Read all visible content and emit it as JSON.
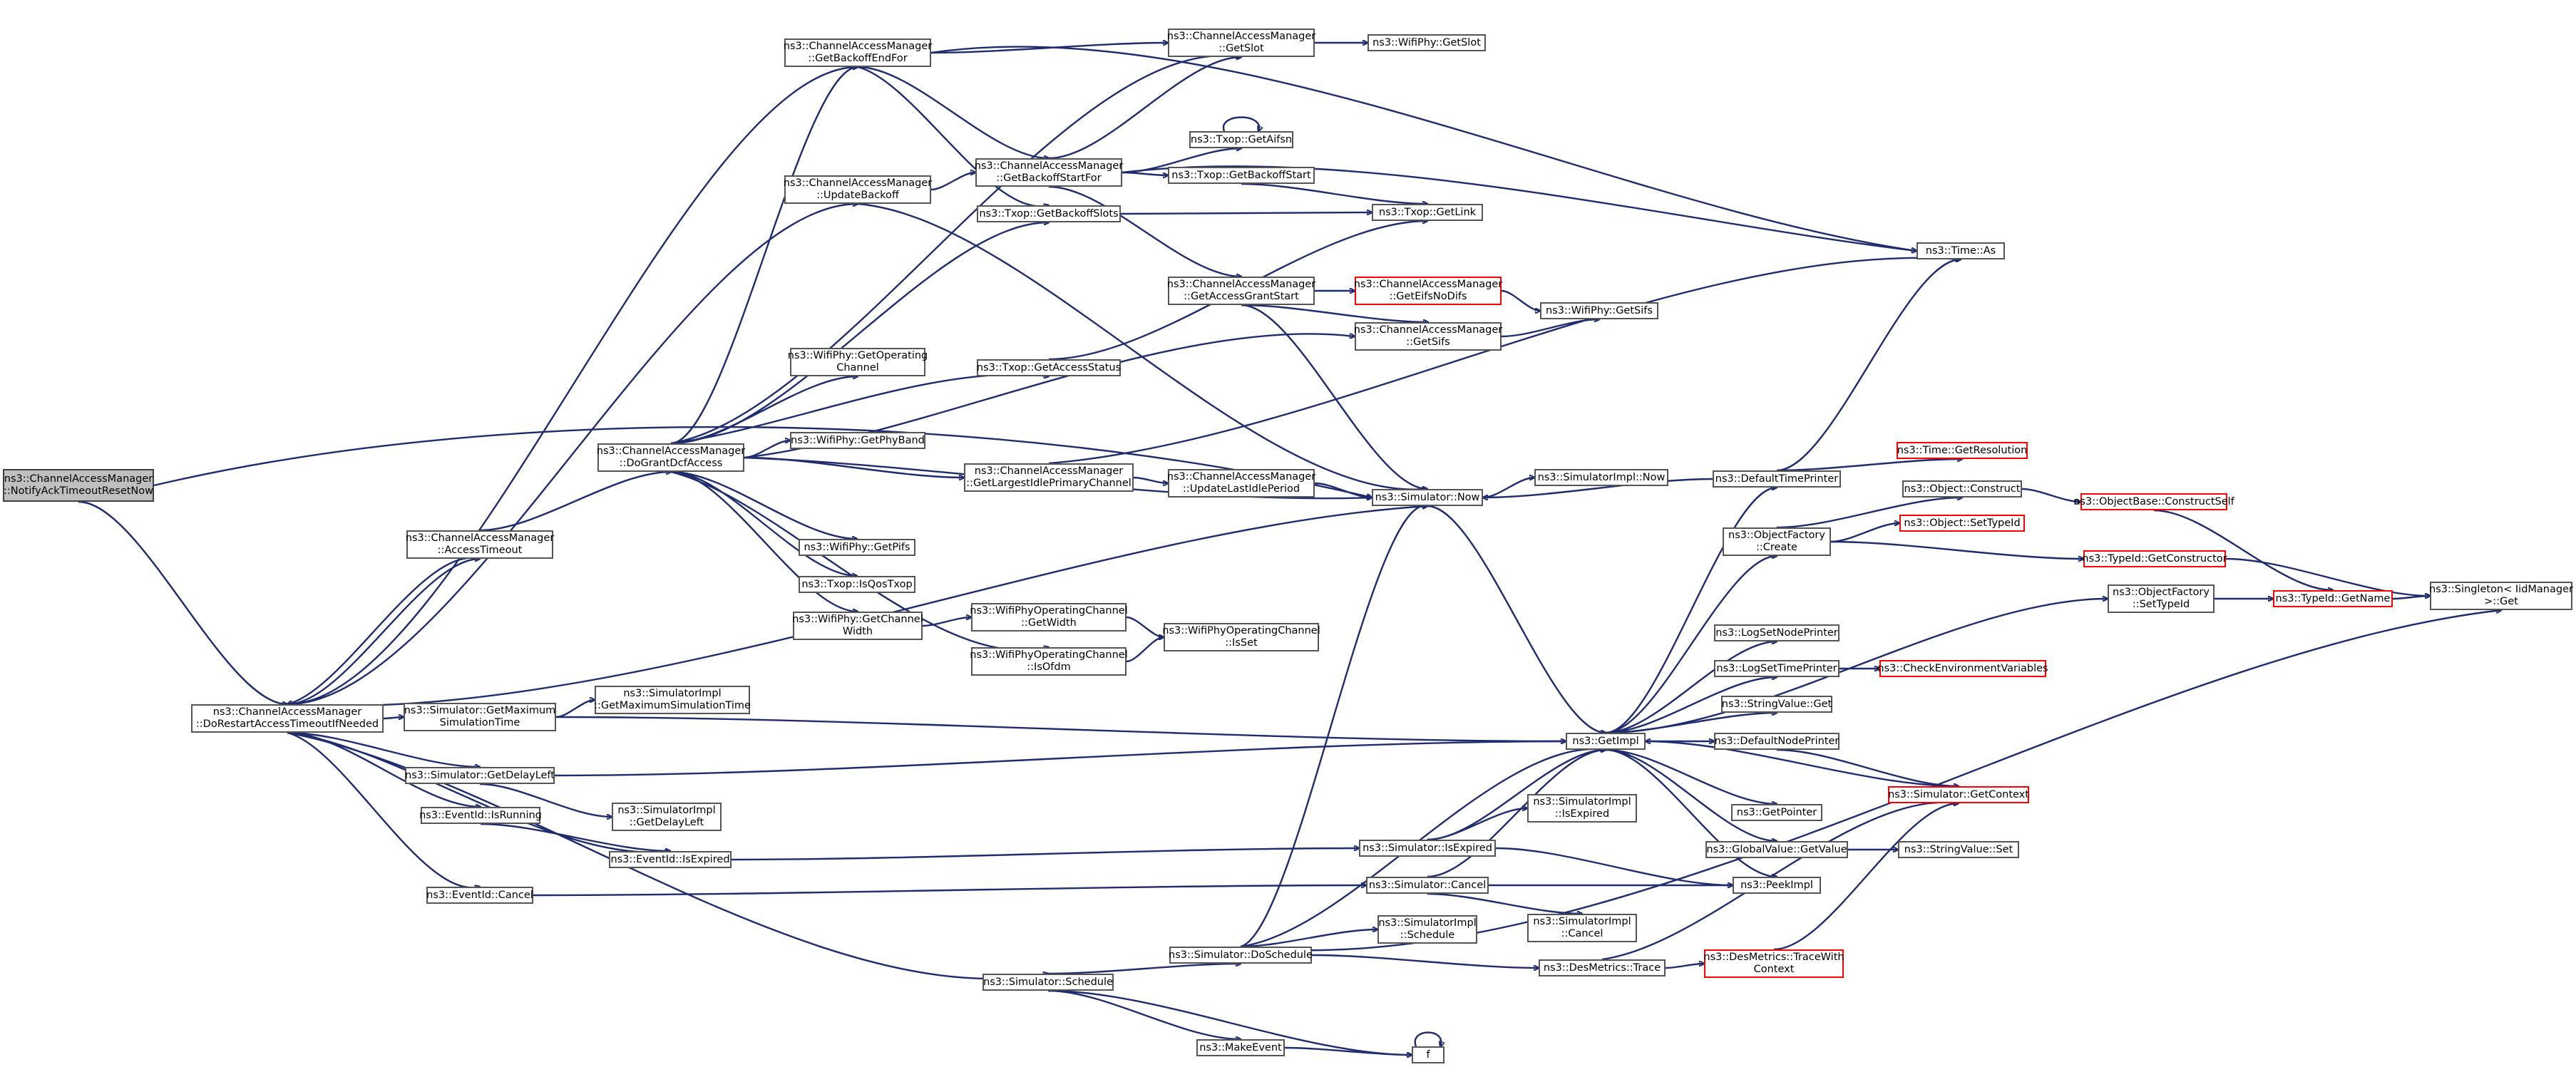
{
  "diagram": {
    "colors": {
      "edge": "#1f2c6d",
      "node_border": "#555555",
      "incomplete_border": "#ff0000",
      "root_fill": "#bfbfbf"
    },
    "nodes": {
      "n_root": [
        "ns3::ChannelAccessManager",
        "::NotifyAckTimeoutResetNow"
      ],
      "n_restart": [
        "ns3::ChannelAccessManager",
        "::DoRestartAccessTimeoutIfNeeded"
      ],
      "n_accesstimeout": [
        "ns3::ChannelAccessManager",
        "::AccessTimeout"
      ],
      "n_dograntdcf": [
        "ns3::ChannelAccessManager",
        "::DoGrantDcfAccess"
      ],
      "n_getbackoffendfor": [
        "ns3::ChannelAccessManager",
        "::GetBackoffEndFor"
      ],
      "n_updatebackoff": [
        "ns3::ChannelAccessManager",
        "::UpdateBackoff"
      ],
      "n_getslot": [
        "ns3::ChannelAccessManager",
        "::GetSlot"
      ],
      "n_wifiphy_getslot": [
        "ns3::WifiPhy::GetSlot"
      ],
      "n_getbackoffstartfor": [
        "ns3::ChannelAccessManager",
        "::GetBackoffStartFor"
      ],
      "n_txop_getaifsn": [
        "ns3::Txop::GetAifsn"
      ],
      "n_txop_getbackoffstart": [
        "ns3::Txop::GetBackoffStart"
      ],
      "n_txop_getbackoffslots": [
        "ns3::Txop::GetBackoffSlots"
      ],
      "n_txop_getlink": [
        "ns3::Txop::GetLink"
      ],
      "n_time_as": [
        "ns3::Time::As"
      ],
      "n_getaccessgrantstart": [
        "ns3::ChannelAccessManager",
        "::GetAccessGrantStart"
      ],
      "n_geteifsnodifs": [
        "ns3::ChannelAccessManager",
        "::GetEifsNoDifs"
      ],
      "n_wifiphy_getsifs": [
        "ns3::WifiPhy::GetSifs"
      ],
      "n_getsifs": [
        "ns3::ChannelAccessManager",
        "::GetSifs"
      ],
      "n_getoperatingchannel": [
        "ns3::WifiPhy::GetOperating",
        "Channel"
      ],
      "n_txop_getaccessstatus": [
        "ns3::Txop::GetAccessStatus"
      ],
      "n_getphyband": [
        "ns3::WifiPhy::GetPhyBand"
      ],
      "n_getlargestidle": [
        "ns3::ChannelAccessManager",
        "::GetLargestIdlePrimaryChannel"
      ],
      "n_updatelastidle": [
        "ns3::ChannelAccessManager",
        "::UpdateLastIdlePeriod"
      ],
      "n_sim_now": [
        "ns3::Simulator::Now"
      ],
      "n_simimpl_now": [
        "ns3::SimulatorImpl::Now"
      ],
      "n_getpifs": [
        "ns3::WifiPhy::GetPifs"
      ],
      "n_isqostxop": [
        "ns3::Txop::IsQosTxop"
      ],
      "n_getchannelwidth": [
        "ns3::WifiPhy::GetChannel",
        "Width"
      ],
      "n_opch_getwidth": [
        "ns3::WifiPhyOperatingChannel",
        "::GetWidth"
      ],
      "n_opch_isset": [
        "ns3::WifiPhyOperatingChannel",
        "::IsSet"
      ],
      "n_opch_isofdm": [
        "ns3::WifiPhyOperatingChannel",
        "::IsOfdm"
      ],
      "n_sim_getmaxsimtime": [
        "ns3::Simulator::GetMaximum",
        "SimulationTime"
      ],
      "n_simimpl_getmaxsimtime": [
        "ns3::SimulatorImpl",
        "::GetMaximumSimulationTime"
      ],
      "n_sim_getdelayleft": [
        "ns3::Simulator::GetDelayLeft"
      ],
      "n_simimpl_getdelayleft": [
        "ns3::SimulatorImpl",
        "::GetDelayLeft"
      ],
      "n_eventid_isrunning": [
        "ns3::EventId::IsRunning"
      ],
      "n_eventid_isexpired": [
        "ns3::EventId::IsExpired"
      ],
      "n_eventid_cancel": [
        "ns3::EventId::Cancel"
      ],
      "n_sim_schedule": [
        "ns3::Simulator::Schedule"
      ],
      "n_sim_doschedule": [
        "ns3::Simulator::DoSchedule"
      ],
      "n_makeevent": [
        "ns3::MakeEvent"
      ],
      "n_f": [
        "f"
      ],
      "n_sim_isexpired": [
        "ns3::Simulator::IsExpired"
      ],
      "n_simimpl_isexpired": [
        "ns3::SimulatorImpl",
        "::IsExpired"
      ],
      "n_sim_cancel": [
        "ns3::Simulator::Cancel"
      ],
      "n_simimpl_schedule": [
        "ns3::SimulatorImpl",
        "::Schedule"
      ],
      "n_simimpl_cancel": [
        "ns3::SimulatorImpl",
        "::Cancel"
      ],
      "n_desmetrics_trace": [
        "ns3::DesMetrics::Trace"
      ],
      "n_desmetrics_tracewith": [
        "ns3::DesMetrics::TraceWith",
        "Context"
      ],
      "n_getimpl": [
        "ns3::GetImpl"
      ],
      "n_defaulttimeprinter": [
        "ns3::DefaultTimePrinter"
      ],
      "n_time_getresolution": [
        "ns3::Time::GetResolution"
      ],
      "n_objectfactory_create": [
        "ns3::ObjectFactory",
        "::Create"
      ],
      "n_object_construct": [
        "ns3::Object::Construct"
      ],
      "n_objectbase_constructself": [
        "ns3::ObjectBase::ConstructSelf"
      ],
      "n_object_settypeid": [
        "ns3::Object::SetTypeId"
      ],
      "n_typeid_getconstructor": [
        "ns3::TypeId::GetConstructor"
      ],
      "n_objectfactory_settypeid": [
        "ns3::ObjectFactory",
        "::SetTypeId"
      ],
      "n_typeid_getname": [
        "ns3::TypeId::GetName"
      ],
      "n_singleton_get": [
        "ns3::Singleton< IidManager",
        ">::Get"
      ],
      "n_lognodeprinter": [
        "ns3::LogSetNodePrinter"
      ],
      "n_logtimeprinter": [
        "ns3::LogSetTimePrinter"
      ],
      "n_checkenv": [
        "ns3::CheckEnvironmentVariables"
      ],
      "n_stringvalue_get": [
        "ns3::StringValue::Get"
      ],
      "n_defaultnodeprinter": [
        "ns3::DefaultNodePrinter"
      ],
      "n_sim_getcontext": [
        "ns3::Simulator::GetContext"
      ],
      "n_getpointer": [
        "ns3::GetPointer"
      ],
      "n_globalvalue_getvalue": [
        "ns3::GlobalValue::GetValue"
      ],
      "n_stringvalue_set": [
        "ns3::StringValue::Set"
      ],
      "n_peekimpl": [
        "ns3::PeekImpl"
      ]
    }
  }
}
